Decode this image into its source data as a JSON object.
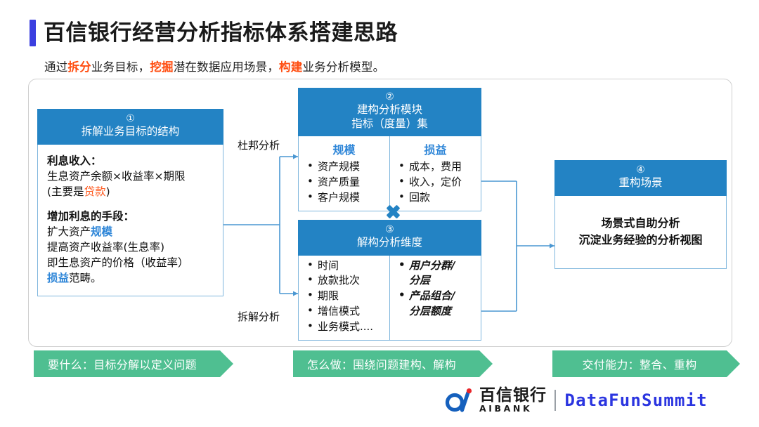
{
  "header": {
    "title": "百信银行经营分析指标体系搭建思路",
    "subtitle_parts": [
      {
        "t": "通过",
        "hl": false
      },
      {
        "t": "拆分",
        "hl": true
      },
      {
        "t": "业务目标，",
        "hl": false
      },
      {
        "t": "挖掘",
        "hl": true
      },
      {
        "t": "潜在数据应用场景，",
        "hl": false
      },
      {
        "t": "构建",
        "hl": true
      },
      {
        "t": "业务分析模型。",
        "hl": false
      }
    ],
    "accent_bar_color": "#3b3fe0",
    "highlight_color": "#ff4d10"
  },
  "boxes": {
    "box1": {
      "number": "①",
      "heading": "拆解业务目标的结构",
      "block1_title": "利息收入：",
      "block1_line1": "生息资产余额×收益率×期限",
      "block1_line2_pre": "(主要是",
      "block1_line2_hl": "贷款",
      "block1_line2_post": ")",
      "block2_title": "增加利息的手段：",
      "block2_l1_pre": "扩大资产",
      "block2_l1_hl": "规模",
      "block2_l2": "提高资产收益率(生息率)",
      "block2_l3": "即生息资产的价格（收益率）",
      "block2_l4_hl": "损益",
      "block2_l4_post": "范畴。"
    },
    "box2": {
      "number": "②",
      "heading_line1": "建构分析模块",
      "heading_line2": "指标（度量）集",
      "col_left_title": "规模",
      "col_left_items": [
        "资产规模",
        "资产质量",
        "客户规模"
      ],
      "col_right_title": "损益",
      "col_right_items": [
        "成本，费用",
        "收入，定价",
        "回款"
      ]
    },
    "box3": {
      "number": "③",
      "heading": "解构分析维度",
      "col_left_items": [
        "时间",
        "放款批次",
        "期限",
        "增信模式",
        "业务模式...."
      ],
      "col_right_items": [
        "用户分群/\n分层",
        "产品组合/\n分层额度"
      ]
    },
    "box4": {
      "number": "④",
      "heading": "重构场景",
      "body_line1": "场景式自助分析",
      "body_line2": "沉淀业务经验的分析视图"
    }
  },
  "connectors": {
    "label_top": "杜邦分析",
    "label_bottom": "拆解分析",
    "operator_icon": "multiply-icon",
    "line_color": "#4a97d2"
  },
  "chevrons": [
    {
      "label": "要什么：目标分解以定义问题"
    },
    {
      "label": "怎么做：围绕问题建构、解构"
    },
    {
      "label": "交付能力：整合、重构"
    }
  ],
  "chevron_color": "#4fbf91",
  "footer": {
    "brand_cn": "百信银行",
    "brand_en": "AIBANK",
    "event": "DataFunSummit",
    "event_color": "#2b35e0"
  },
  "theme": {
    "card_header_blue": "#2383c4",
    "card_border_blue": "#7fb6dd",
    "text_blue": "#2e86d8"
  }
}
